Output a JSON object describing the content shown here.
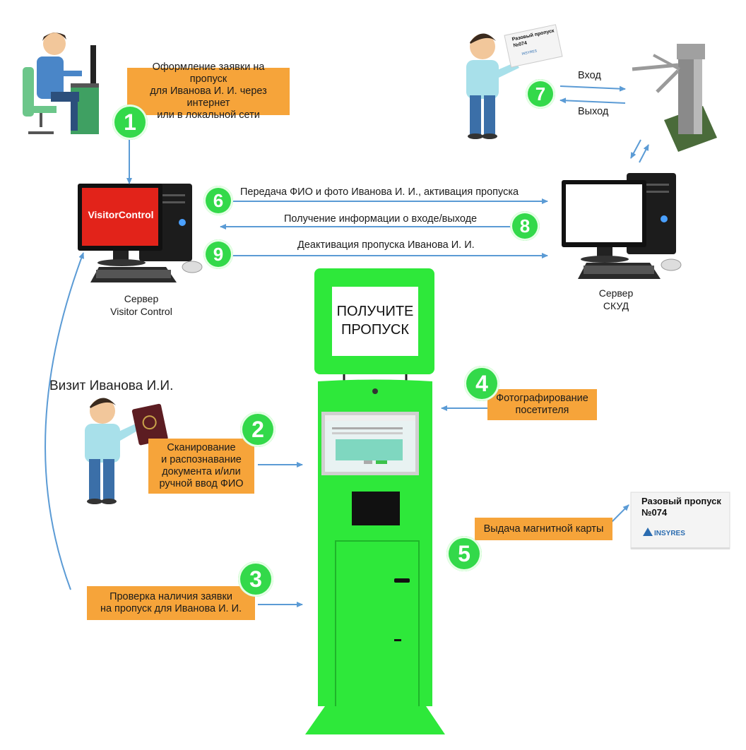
{
  "steps": [
    {
      "n": "1",
      "text": "Оформление заявки на пропуск\nдля Иванова И. И. через интернет\nили в локальной сети"
    },
    {
      "n": "2",
      "text": "Сканирование\nи распознавание\nдокумента и/или\nручной ввод ФИО"
    },
    {
      "n": "3",
      "text": "Проверка наличия заявки\nна пропуск для Иванова И. И."
    },
    {
      "n": "4",
      "text": "Фотографирование\nпосетителя"
    },
    {
      "n": "5",
      "text": "Выдача магнитной карты"
    }
  ],
  "flows": {
    "f6": {
      "n": "6",
      "text": "Передача ФИО и фото Иванова И. И., активация пропуска"
    },
    "f8": {
      "n": "8",
      "text": "Получение информации о входе/выходе"
    },
    "f9": {
      "n": "9",
      "text": "Деактивация пропуска Иванова И. И."
    },
    "f7": {
      "n": "7",
      "enter": "Вход",
      "exit": "Выход"
    }
  },
  "servers": {
    "vc_caption": "Сервер\nVisitor Control",
    "vc_screen": "VisitorControl",
    "skud_caption": "Сервер\nСКУД"
  },
  "visit_title": "Визит Иванова И.И.",
  "kiosk": {
    "top_screen": "ПОЛУЧИТЕ\nПРОПУСК"
  },
  "pass_card": {
    "title": "Разовый пропуск\n№074",
    "brand": "INSYRES",
    "small_title": "Разовый пропуск\n№074",
    "small_brand": "INSYRES"
  },
  "colors": {
    "orange": "#f6a43a",
    "green": "#33d94a",
    "kiosk": "#2ee83a",
    "arrow": "#5b9bd5"
  }
}
